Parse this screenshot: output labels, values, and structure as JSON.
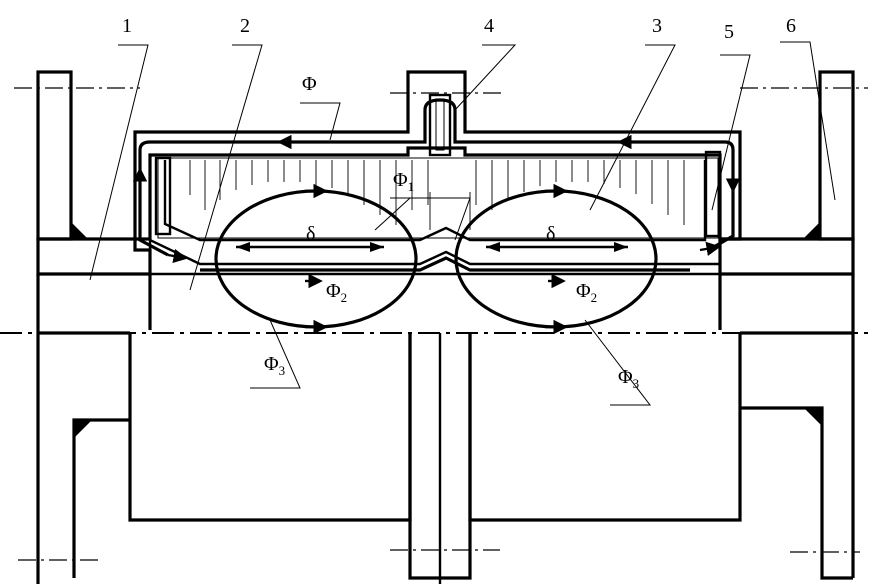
{
  "part_labels": [
    "1",
    "2",
    "3",
    "4",
    "5",
    "6"
  ],
  "flux": {
    "main": "Φ",
    "phi1_base": "Φ",
    "phi1_sub": "1",
    "phi2_base": "Φ",
    "phi2_sub": "2",
    "phi3_base": "Φ",
    "phi3_sub": "3"
  },
  "gap_symbol": "δ"
}
